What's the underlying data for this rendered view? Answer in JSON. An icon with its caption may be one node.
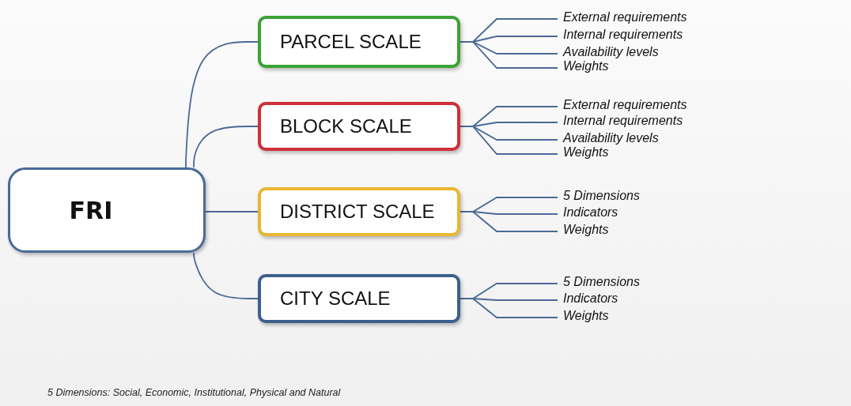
{
  "diagram": {
    "nodes": [
      {
        "text": [
          "FRI"
        ]
      },
      {
        "text": [
          "PARCEL SCALE"
        ]
      },
      {
        "text": [
          "External requirements"
        ]
      },
      {
        "text": [
          "Internal requirements"
        ]
      },
      {
        "text": [
          "Availability levels"
        ]
      },
      {
        "text": [
          "Weights"
        ]
      },
      {
        "text": [
          "BLOCK SCALE"
        ]
      },
      {
        "text": [
          "External requirements"
        ]
      },
      {
        "text": [
          "Internal requirements"
        ]
      },
      {
        "text": [
          "Availability levels"
        ]
      },
      {
        "text": [
          "Weights"
        ]
      },
      {
        "text": [
          "DISTRICT SCALE"
        ]
      },
      {
        "text": [
          "5 Dimensions"
        ]
      },
      {
        "text": [
          "Indicators"
        ]
      },
      {
        "text": [
          "Weights"
        ]
      },
      {
        "text": [
          "CITY SCALE"
        ]
      },
      {
        "text": [
          "5 Dimensions"
        ]
      },
      {
        "text": [
          "Indicators"
        ]
      },
      {
        "text": [
          "Weights"
        ]
      }
    ],
    "edges": [
      {
        "from": 0,
        "to": 1,
        "arrow": "none"
      },
      {
        "from": 0,
        "to": 6,
        "arrow": "none"
      },
      {
        "from": 0,
        "to": 11,
        "arrow": "none"
      },
      {
        "from": 0,
        "to": 15,
        "arrow": "none"
      },
      {
        "from": 1,
        "to": 2,
        "arrow": "none"
      },
      {
        "from": 1,
        "to": 3,
        "arrow": "none"
      },
      {
        "from": 1,
        "to": 4,
        "arrow": "none"
      },
      {
        "from": 1,
        "to": 5,
        "arrow": "none"
      },
      {
        "from": 6,
        "to": 7,
        "arrow": "none"
      },
      {
        "from": 6,
        "to": 8,
        "arrow": "none"
      },
      {
        "from": 6,
        "to": 9,
        "arrow": "none"
      },
      {
        "from": 6,
        "to": 10,
        "arrow": "none"
      },
      {
        "from": 11,
        "to": 12,
        "arrow": "none"
      },
      {
        "from": 11,
        "to": 13,
        "arrow": "none"
      },
      {
        "from": 11,
        "to": 14,
        "arrow": "none"
      },
      {
        "from": 15,
        "to": 16,
        "arrow": "none"
      },
      {
        "from": 15,
        "to": 17,
        "arrow": "none"
      },
      {
        "from": 15,
        "to": 18,
        "arrow": "none"
      }
    ],
    "labels": [
      "5 Dimensions: Social, Economic, Institutional, Physical and Natural"
    ]
  }
}
